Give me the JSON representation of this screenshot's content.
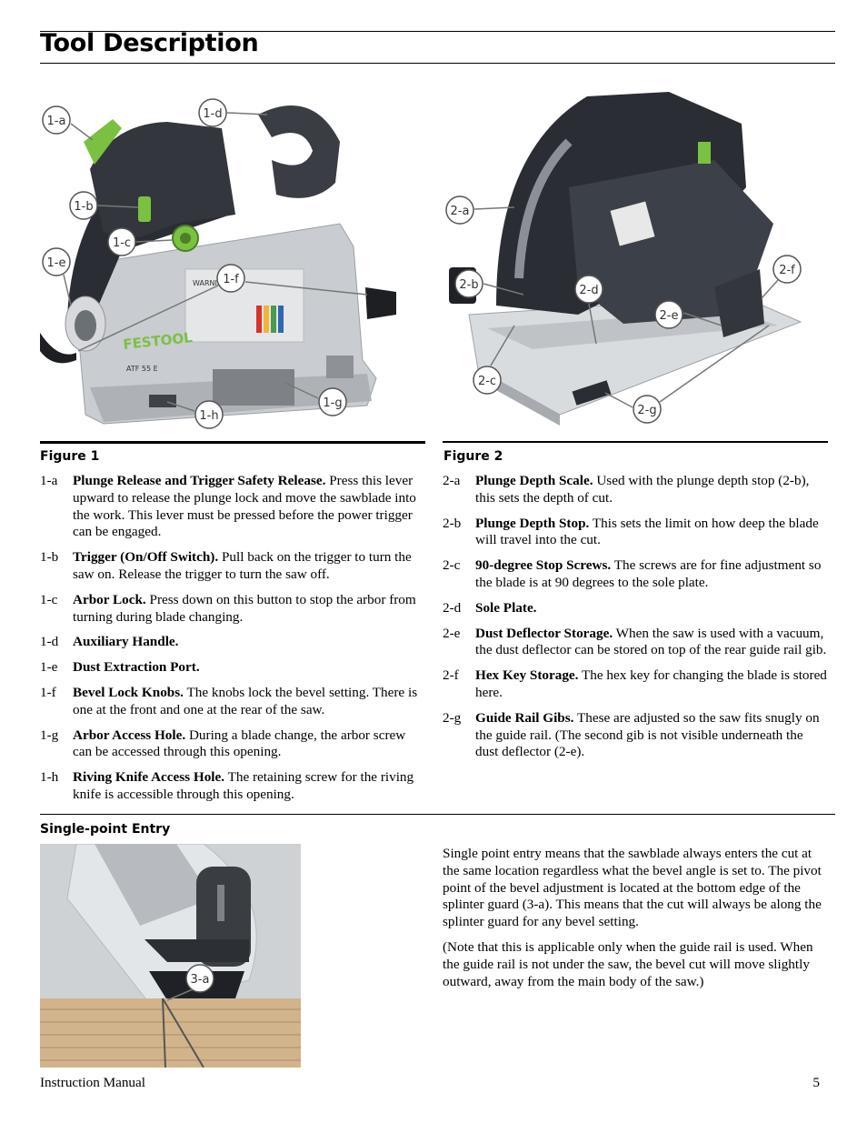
{
  "title": "Tool Description",
  "figure1": {
    "heading": "Figure 1",
    "photo_brand": "FESTOOL",
    "photo_model": "ATF 55 E",
    "photo_warning": "WARNING",
    "callouts": [
      "1-a",
      "1-b",
      "1-c",
      "1-d",
      "1-e",
      "1-f",
      "1-g",
      "1-h"
    ],
    "items": [
      {
        "id": "1-a",
        "term": "Plunge Release and Trigger Safety Release.",
        "text": " Press this lever upward to release the plunge lock and move the sawblade into the work. This lever must be pressed before the power trigger can be engaged."
      },
      {
        "id": "1-b",
        "term": "Trigger (On/Off Switch).",
        "text": " Pull back on the trigger to turn the saw on. Release the trigger to turn the saw off."
      },
      {
        "id": "1-c",
        "term": "Arbor Lock.",
        "text": " Press down on this button to stop the arbor from turning during blade changing."
      },
      {
        "id": "1-d",
        "term": "Auxiliary Handle.",
        "text": ""
      },
      {
        "id": "1-e",
        "term": "Dust Extraction Port.",
        "text": ""
      },
      {
        "id": "1-f",
        "term": "Bevel Lock Knobs.",
        "text": " The knobs lock the bevel setting. There is one at the front and one at the rear of the saw."
      },
      {
        "id": "1-g",
        "term": "Arbor Access Hole.",
        "text": " During a blade change, the arbor screw can be accessed through this opening."
      },
      {
        "id": "1-h",
        "term": "Riving Knife Access Hole.",
        "text": " The retaining screw for the riving knife is accessible through this opening."
      }
    ]
  },
  "figure2": {
    "heading": "Figure 2",
    "callouts": [
      "2-a",
      "2-b",
      "2-c",
      "2-d",
      "2-e",
      "2-f",
      "2-g"
    ],
    "items": [
      {
        "id": "2-a",
        "term": "Plunge Depth Scale.",
        "text": " Used with the plunge depth stop (2-b), this sets the depth of cut."
      },
      {
        "id": "2-b",
        "term": "Plunge Depth Stop.",
        "text": " This sets the limit on how deep the blade will travel into the cut."
      },
      {
        "id": "2-c",
        "term": "90-degree Stop Screws.",
        "text": " The screws are for fine adjustment so the blade is at 90 degrees to the sole plate."
      },
      {
        "id": "2-d",
        "term": "Sole Plate.",
        "text": ""
      },
      {
        "id": "2-e",
        "term": "Dust Deflector Storage.",
        "text": " When the saw is used with a vacuum, the dust deflector can be stored on top of the rear guide rail gib."
      },
      {
        "id": "2-f",
        "term": "Hex Key Storage.",
        "text": " The hex key for changing the blade is stored here."
      },
      {
        "id": "2-g",
        "term": "Guide Rail Gibs.",
        "text": " These are adjusted so the saw fits snugly on the guide rail. (The second gib is not visible underneath the dust deflector (2-e)."
      }
    ]
  },
  "single_point": {
    "heading": "Single-point Entry",
    "callout": "3-a",
    "paragraphs": [
      "Single point entry means that the sawblade always enters the cut at the same location regardless what the bevel angle is set to. The pivot point of the bevel adjustment is located at the bottom edge of the splinter guard (3-a). This means that the cut will always be along the splinter guard for any bevel setting.",
      "(Note that this is applicable only when the guide rail is used. When the guide rail is not under the saw, the bevel cut will move slightly outward, away from the main body of the saw.)"
    ]
  },
  "footer": {
    "left": "Instruction Manual",
    "page_number": "5"
  },
  "colors": {
    "festool_green": "#7ac142",
    "housing_dark": "#2a2d33",
    "housing_silver": "#c9ccd0"
  }
}
